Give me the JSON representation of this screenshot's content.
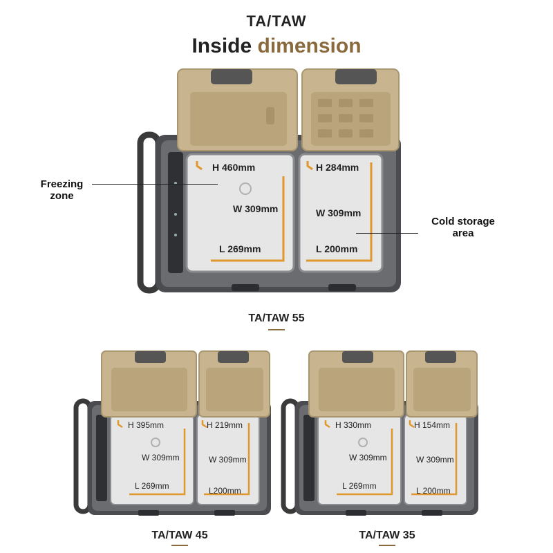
{
  "header": {
    "series": "TA/TAW",
    "title_part1": "Inside ",
    "title_part2": "dimension"
  },
  "colors": {
    "accent": "#8a6a3c",
    "lid": "#c8b48e",
    "body": "#3c3e42",
    "interior": "#e4e4e4",
    "dimension_line": "#e0972c"
  },
  "callouts": {
    "freezing": "Freezing\nzone",
    "cold": "Cold storage\narea"
  },
  "models": [
    {
      "name": "TA/TAW 55",
      "left": {
        "h": "H 460mm",
        "w": "W 309mm",
        "l": "L 269mm"
      },
      "right": {
        "h": "H 284mm",
        "w": "W 309mm",
        "l": "L 200mm"
      }
    },
    {
      "name": "TA/TAW 45",
      "left": {
        "h": "H 395mm",
        "w": "W 309mm",
        "l": "L 269mm"
      },
      "right": {
        "h": "H 219mm",
        "w": "W 309mm",
        "l": "L200mm"
      }
    },
    {
      "name": "TA/TAW 35",
      "left": {
        "h": "H 330mm",
        "w": "W 309mm",
        "l": "L 269mm"
      },
      "right": {
        "h": "H 154mm",
        "w": "W 309mm",
        "l": "L 200mm"
      }
    }
  ]
}
